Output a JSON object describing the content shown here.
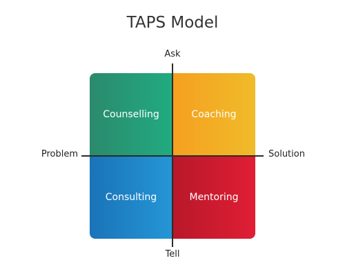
{
  "title": "TAPS Model",
  "axes": {
    "top": "Ask",
    "bottom": "Tell",
    "left": "Problem",
    "right": "Solution"
  },
  "quadrants": {
    "top_left": {
      "label": "Counselling",
      "color": "#22ab80"
    },
    "top_right": {
      "label": "Coaching",
      "color": "#f0bb2a"
    },
    "bottom_left": {
      "label": "Consulting",
      "color": "#2596d6"
    },
    "bottom_right": {
      "label": "Mentoring",
      "color": "#e01e34"
    }
  }
}
